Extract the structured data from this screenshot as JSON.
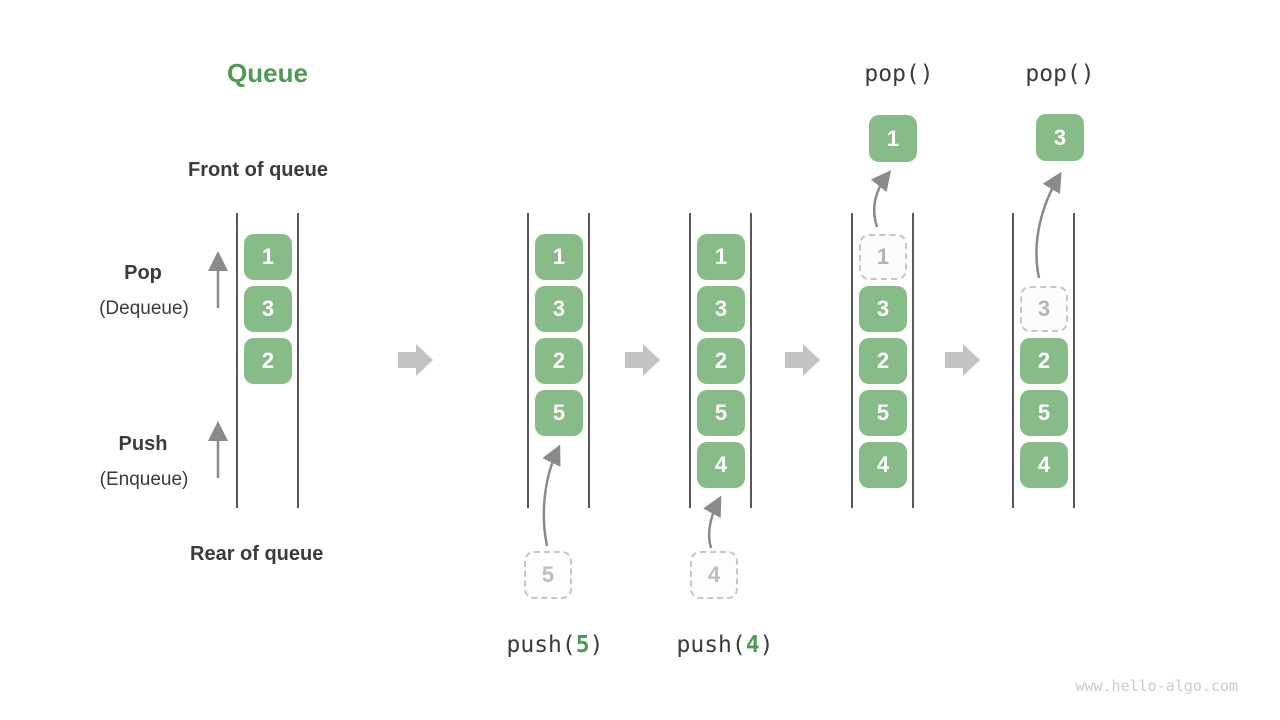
{
  "title": "Queue",
  "labels": {
    "front": "Front of queue",
    "rear": "Rear of queue",
    "pop": "Pop",
    "pop_sub": "(Dequeue)",
    "push": "Push",
    "push_sub": "(Enqueue)"
  },
  "operations": {
    "pop_state4": "pop()",
    "pop_state5": "pop()",
    "push_state2": {
      "prefix": "push(",
      "arg": "5",
      "suffix": ")"
    },
    "push_state3": {
      "prefix": "push(",
      "arg": "4",
      "suffix": ")"
    }
  },
  "queue_states": [
    {
      "values": [
        "1",
        "3",
        "2"
      ]
    },
    {
      "values": [
        "1",
        "3",
        "2",
        "5"
      ],
      "pushed": "5"
    },
    {
      "values": [
        "1",
        "3",
        "2",
        "5",
        "4"
      ],
      "pushed": "4"
    },
    {
      "values": [
        "3",
        "2",
        "5",
        "4"
      ],
      "popped_ghost": "1",
      "popped": "1"
    },
    {
      "values": [
        "2",
        "5",
        "4"
      ],
      "popped_ghost": "3",
      "popped": "3"
    }
  ],
  "watermark": "www.hello-algo.com",
  "colors": {
    "element_green": "#87BB87",
    "accent_green": "#4B9B50",
    "text_dark": "#3B3B3B",
    "thin_arrow_gray": "#8A8A8A",
    "flow_arrow_gray": "#C2C2C2",
    "ghost_border_gray": "#C6C6C6",
    "ghost_text_gray": "#B5B5B5",
    "wall_gray": "#575757",
    "watermark_gray": "#CBCBCB"
  }
}
